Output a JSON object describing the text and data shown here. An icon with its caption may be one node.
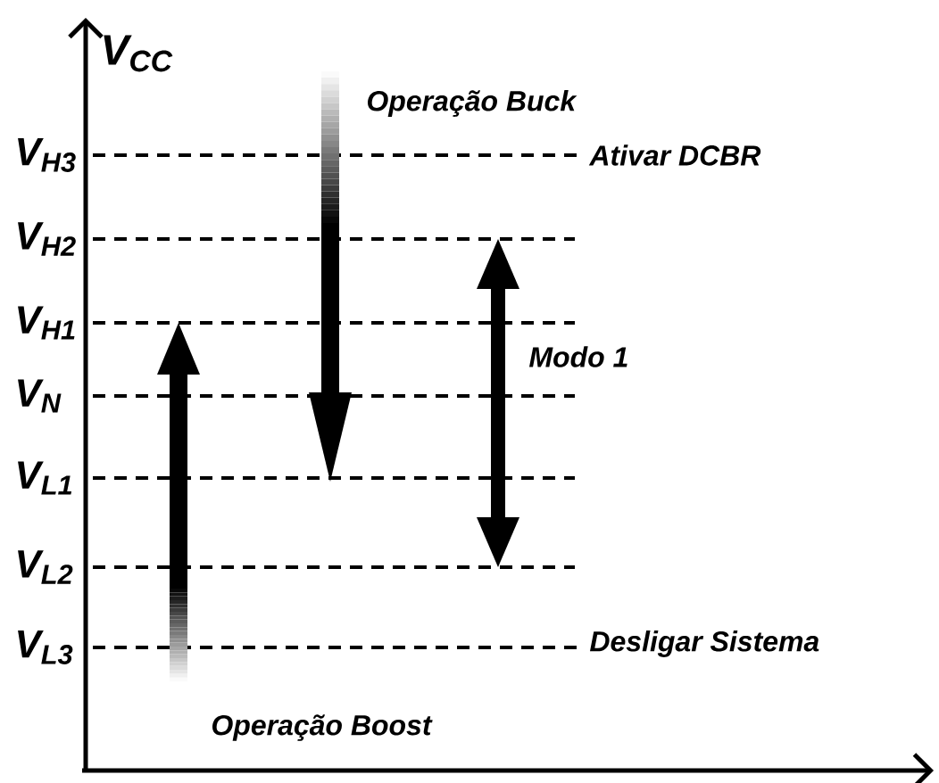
{
  "diagram": {
    "labels": [
      "V$_{CC}$",
      "Operação Buck",
      "V$_{H3}$",
      "Ativar DCBR",
      "V$_{H2}$",
      "V$_{H1}$",
      "Modo 1",
      "V$_{N}$",
      "V$_{L1}$",
      "V$_{L2}$",
      "V$_{L3}$",
      "Desligar Sistema",
      "Operação Boost"
    ]
  }
}
